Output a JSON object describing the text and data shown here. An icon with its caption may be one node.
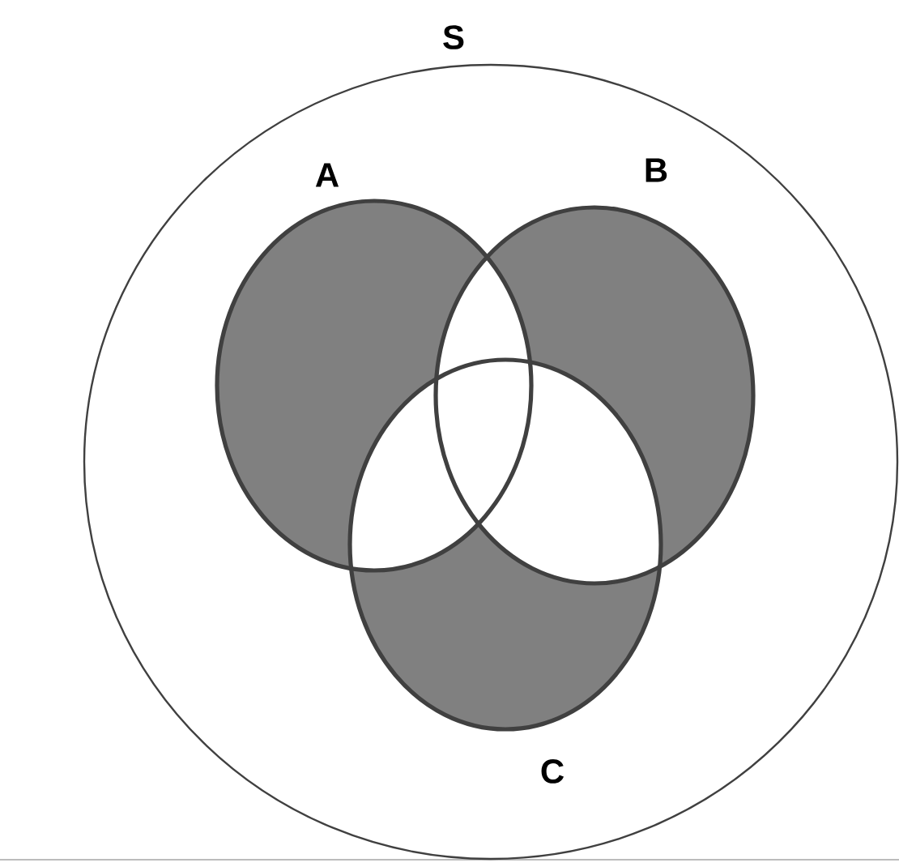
{
  "diagram": {
    "nodes": [
      {
        "text": [
          "S"
        ]
      },
      {
        "text": [
          "A"
        ],
        "in": 0
      },
      {
        "text": [
          "B"
        ],
        "in": 0
      },
      {
        "text": [
          "C"
        ],
        "in": 0
      }
    ]
  }
}
